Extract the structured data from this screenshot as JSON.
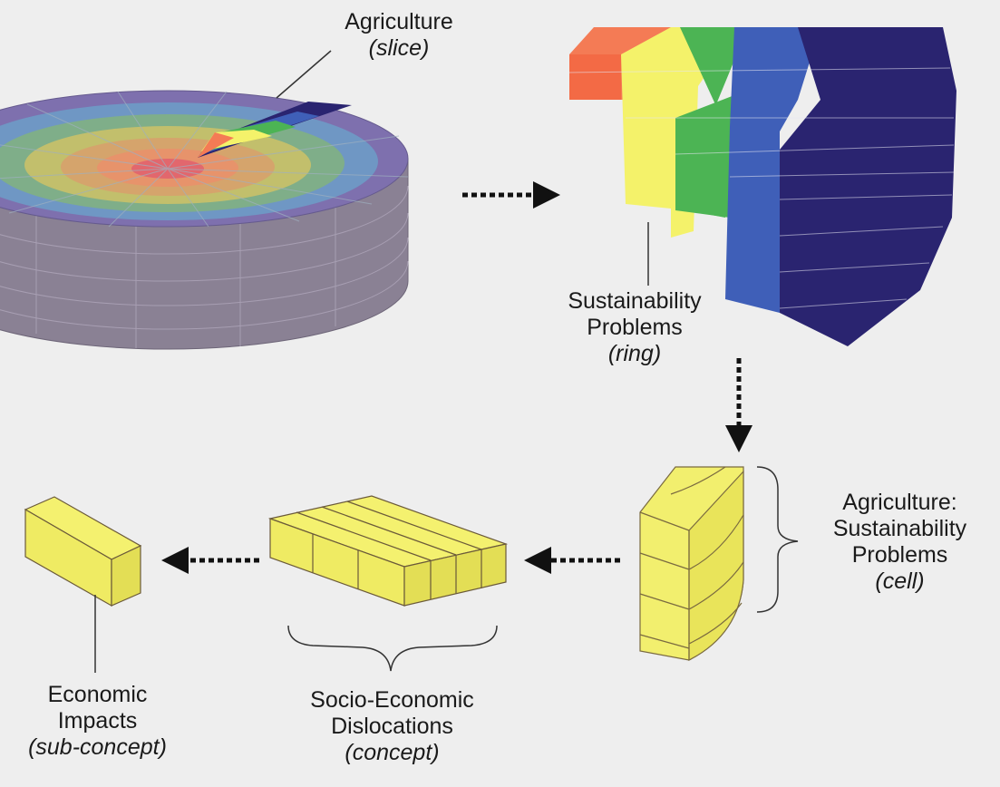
{
  "labels": {
    "slice": {
      "name": "Agriculture",
      "type": "(slice)"
    },
    "ring": {
      "line1": "Sustainability",
      "line2": "Problems",
      "type": "(ring)"
    },
    "cell": {
      "line1": "Agriculture:",
      "line2": "Sustainability",
      "line3": "Problems",
      "type": "(cell)"
    },
    "concept": {
      "line1": "Socio-Economic",
      "line2": "Dislocations",
      "type": "(concept)"
    },
    "subconcept": {
      "line1": "Economic",
      "line2": "Impacts",
      "type": "(sub-concept)"
    }
  },
  "colors": {
    "background": "#eeeeee",
    "ring_red": "#f47b55",
    "ring_yellow": "#f4f26a",
    "ring_green": "#4cb454",
    "ring_blue": "#3f5fb8",
    "ring_navy": "#2a2470",
    "cylinder_side": "#8a8194",
    "cell_yellow": "#f2ef6e"
  }
}
